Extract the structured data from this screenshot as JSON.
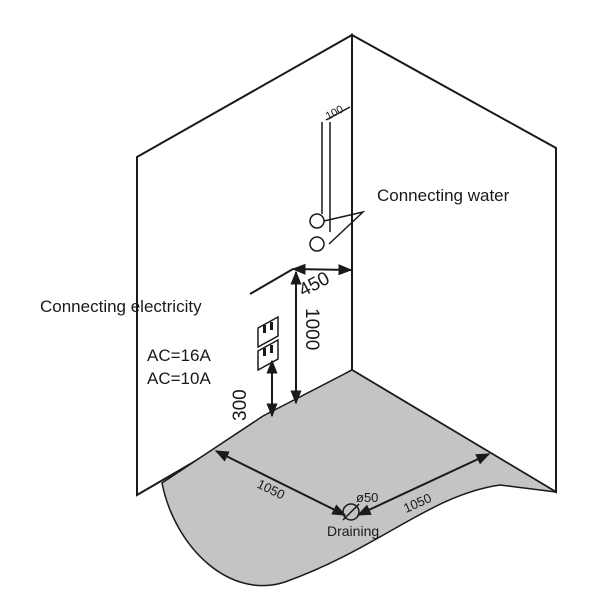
{
  "labels": {
    "connecting_water": "Connecting water",
    "connecting_electricity": "Connecting electricity",
    "ac_16a": "AC=16A",
    "ac_10a": "AC=10A",
    "draining": "Draining"
  },
  "dimensions": {
    "water_pipe_width": "100",
    "wall_offset": "450",
    "socket_height": "1000",
    "floor_height": "300",
    "left_width": "1050",
    "right_width": "1050",
    "drain_diameter": "ø50"
  },
  "colors": {
    "floor": "#c4c4c4",
    "wall": "#ffffff",
    "ink": "#1a1a1a"
  }
}
